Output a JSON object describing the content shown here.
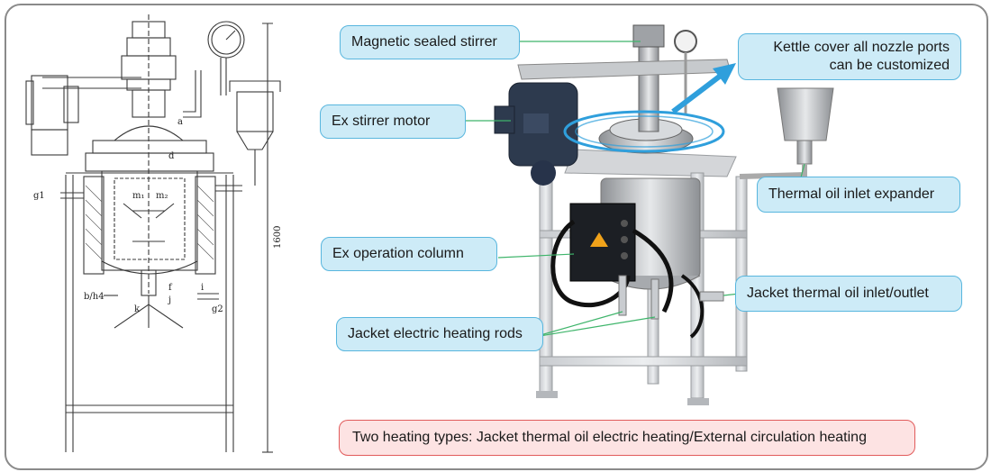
{
  "callouts": {
    "magnetic_stirrer": "Magnetic sealed stirrer",
    "ex_motor": "Ex stirrer motor",
    "ex_column": "Ex operation column",
    "heating_rods": "Jacket electric heating rods",
    "kettle_cover_line1": "Kettle cover all nozzle ports",
    "kettle_cover_line2": "can be customized",
    "oil_expander": "Thermal oil inlet expander",
    "jacket_inlet_outlet": "Jacket thermal oil inlet/outlet"
  },
  "heating_note": "Two heating types: Jacket thermal oil electric heating/External circulation heating",
  "drawing": {
    "letters": [
      "a",
      "d",
      "m₁",
      "m₂",
      "f",
      "k",
      "j",
      "i",
      "g2",
      "g1",
      "b/h4"
    ],
    "dimension": "1600"
  },
  "colors": {
    "callout_fill": "#cdebf7",
    "callout_border": "#58b6de",
    "note_fill": "#fde3e3",
    "note_border": "#e15b5b",
    "leader": "#3fb56b",
    "arrow": "#2f9fdc"
  }
}
